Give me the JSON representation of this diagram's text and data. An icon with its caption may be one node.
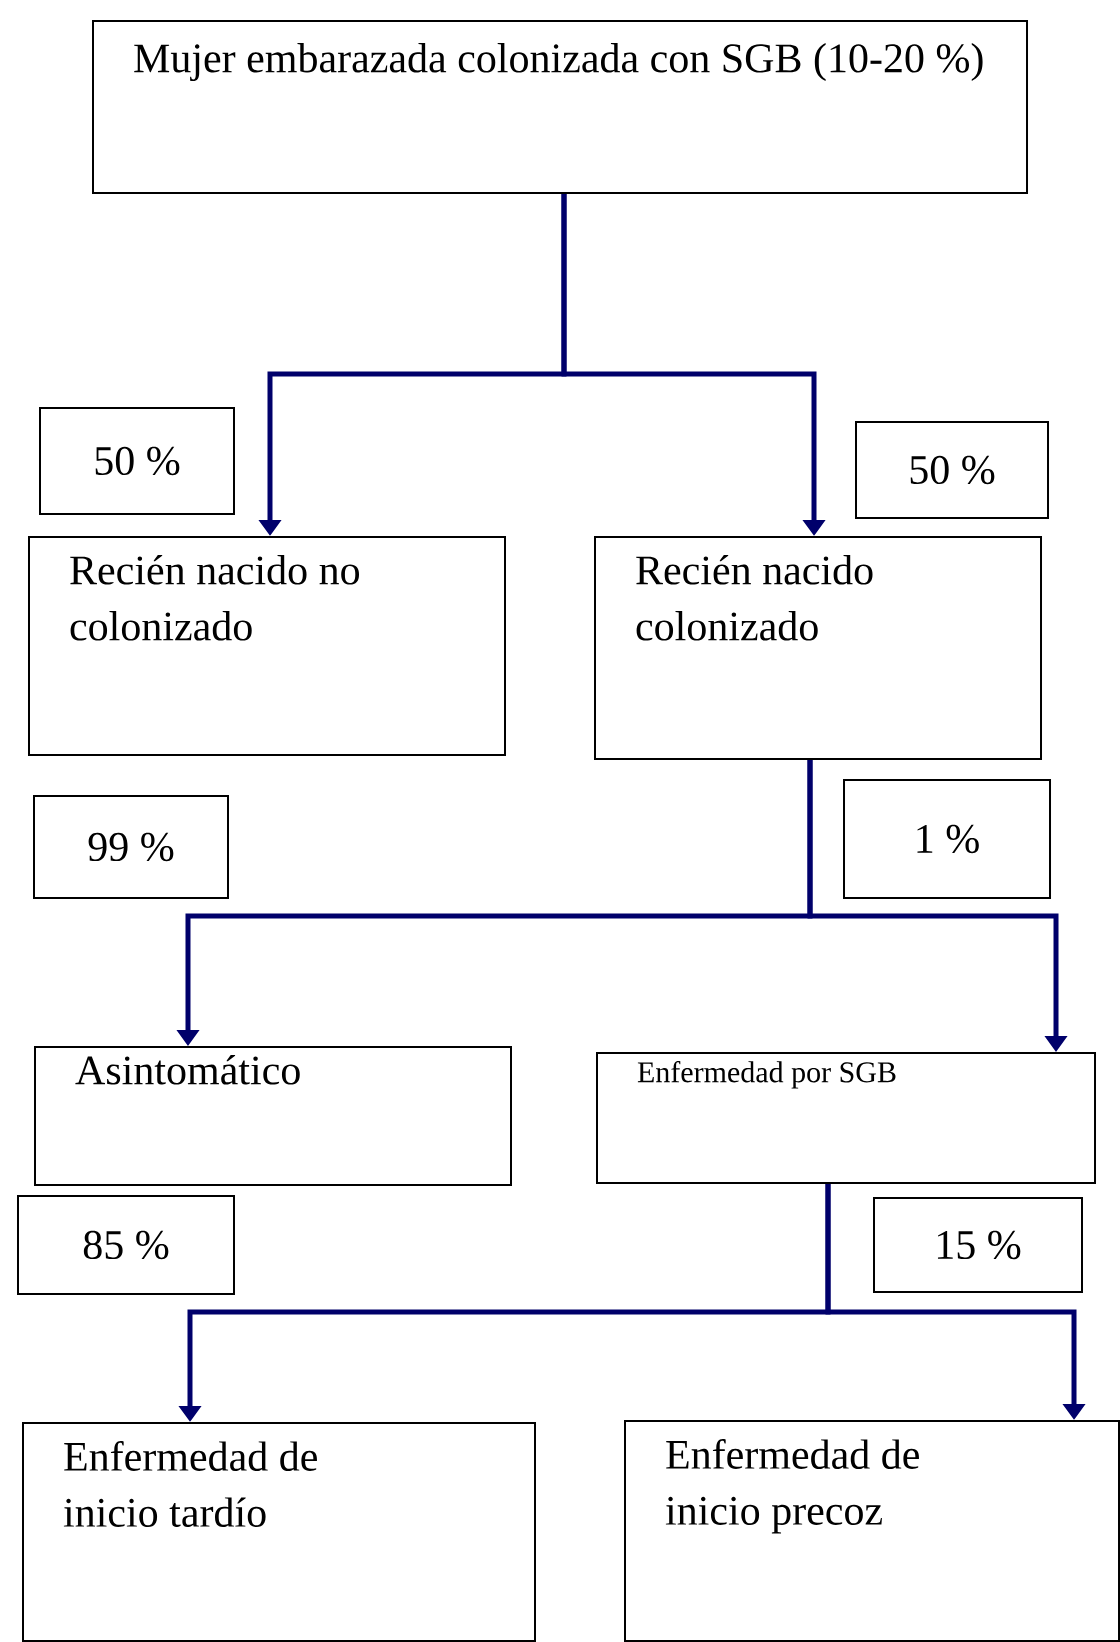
{
  "diagram": {
    "nodes": [
      {
        "text": [
          "Mujer embarazada colonizada con SGB (10-20 %)"
        ]
      },
      {
        "text": [
          "50 %"
        ]
      },
      {
        "text": [
          "50 %"
        ]
      },
      {
        "text": [
          "Recién nacido no colonizado"
        ]
      },
      {
        "text": [
          "Recién nacido colonizado"
        ]
      },
      {
        "text": [
          "99 %"
        ]
      },
      {
        "text": [
          "1 %"
        ]
      },
      {
        "text": [
          "Asintomático"
        ]
      },
      {
        "text": [
          "Enfermedad por SGB"
        ]
      },
      {
        "text": [
          "85 %"
        ]
      },
      {
        "text": [
          "15 %"
        ]
      },
      {
        "text": [
          "Enfermedad de inicio tardío"
        ]
      },
      {
        "text": [
          "Enfermedad de inicio precoz"
        ]
      }
    ],
    "edges": [
      {
        "from": 0,
        "to": 3,
        "arrow": "to"
      },
      {
        "from": 0,
        "to": 4,
        "arrow": "to"
      },
      {
        "from": 4,
        "to": 7,
        "arrow": "to"
      },
      {
        "from": 4,
        "to": 8,
        "arrow": "to"
      },
      {
        "from": 8,
        "to": 11,
        "arrow": "to"
      },
      {
        "from": 8,
        "to": 12,
        "arrow": "to"
      }
    ]
  }
}
